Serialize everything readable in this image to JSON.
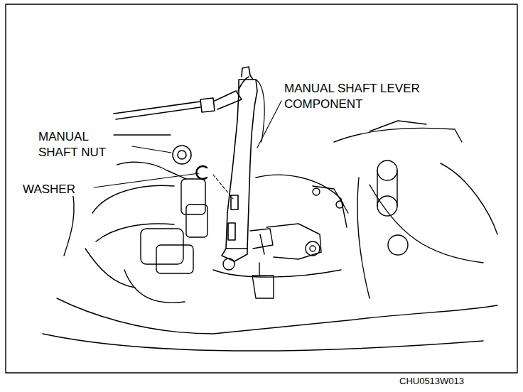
{
  "diagram": {
    "labels": [
      "MANUAL SHAFT LEVER COMPONENT",
      "MANUAL SHAFT NUT",
      "WASHER",
      "CHU0513W013"
    ]
  }
}
